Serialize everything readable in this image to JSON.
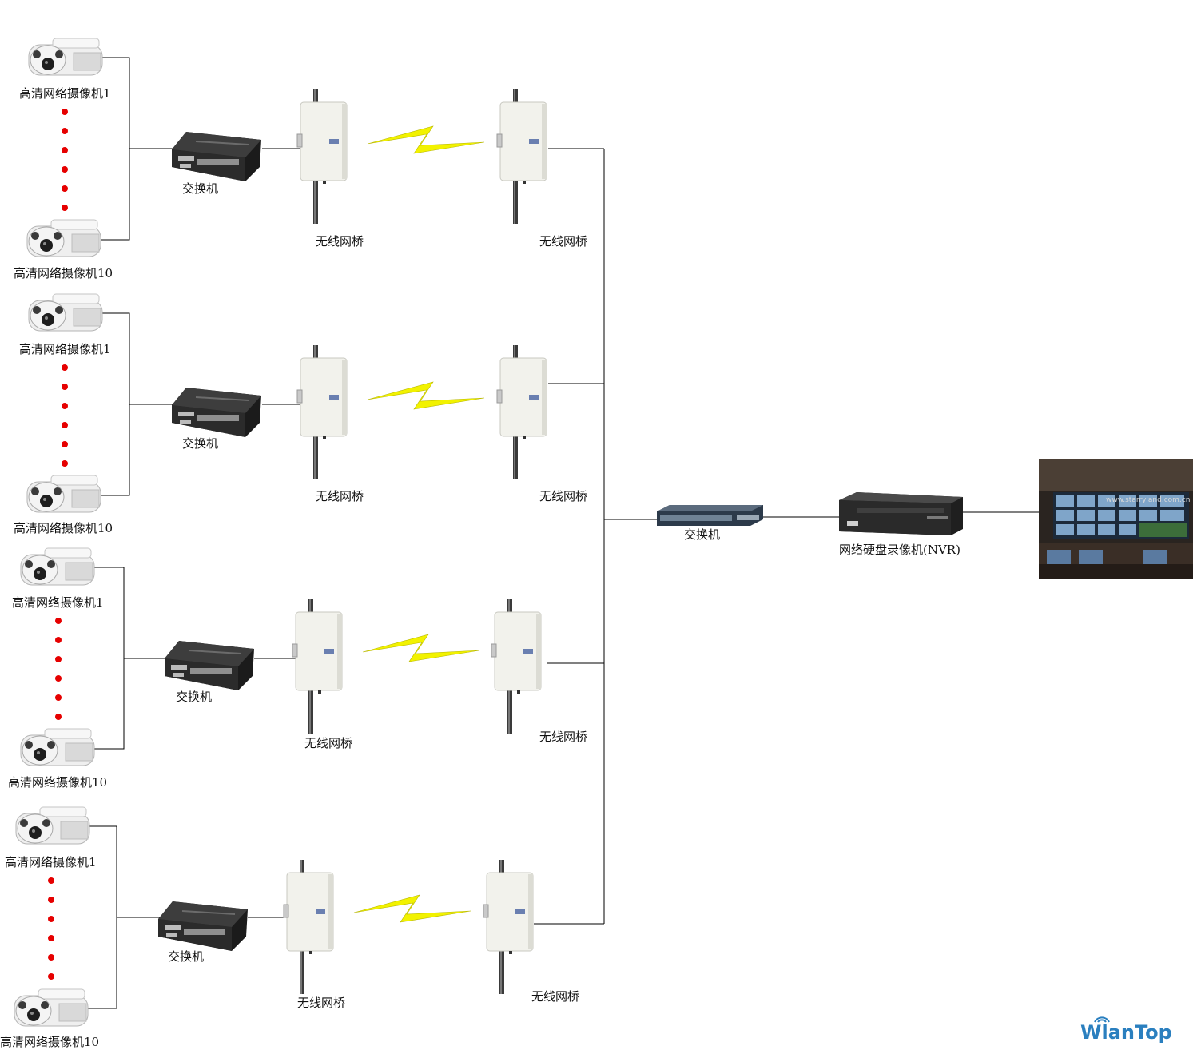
{
  "labels": {
    "camera_first": "高清网络摄像机1",
    "camera_last": "高清网络摄像机10",
    "switch": "交换机",
    "bridge": "无线网桥",
    "core_switch": "交换机",
    "nvr": "网络硬盘录像机(NVR)"
  },
  "monitor_watermark": "www.starryland.com.cn",
  "brand": "WlanTop",
  "colors": {
    "line": "#000000",
    "dots": "#e60000",
    "bolt": "#f2f200",
    "brand": "#2a7fbf"
  }
}
